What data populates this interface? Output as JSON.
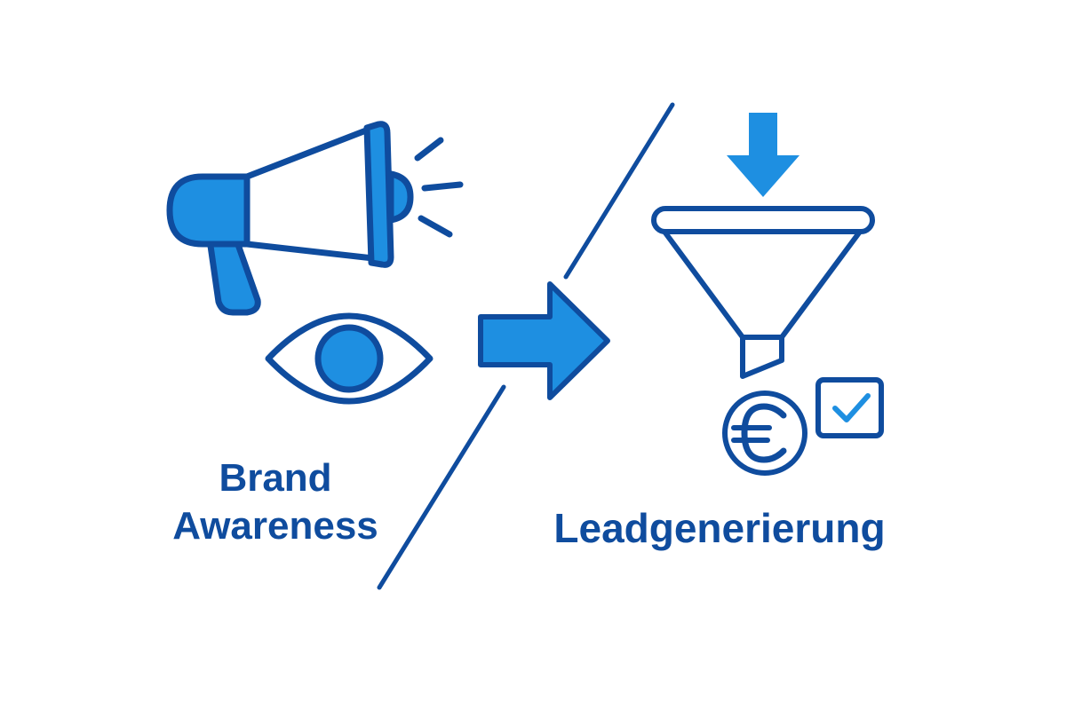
{
  "left_block": {
    "line1": "Brand",
    "line2": "Awareness"
  },
  "right_block": {
    "label": "Leadgenerierung"
  },
  "icons": {
    "left": [
      "megaphone-icon",
      "eye-icon"
    ],
    "center": [
      "arrow-right-icon"
    ],
    "right": [
      "arrow-down-icon",
      "funnel-icon",
      "euro-coin-icon",
      "checkbox-icon"
    ]
  },
  "colors": {
    "outline": "#0f4c9e",
    "fill": "#1e8fe1",
    "background": "#ffffff"
  }
}
